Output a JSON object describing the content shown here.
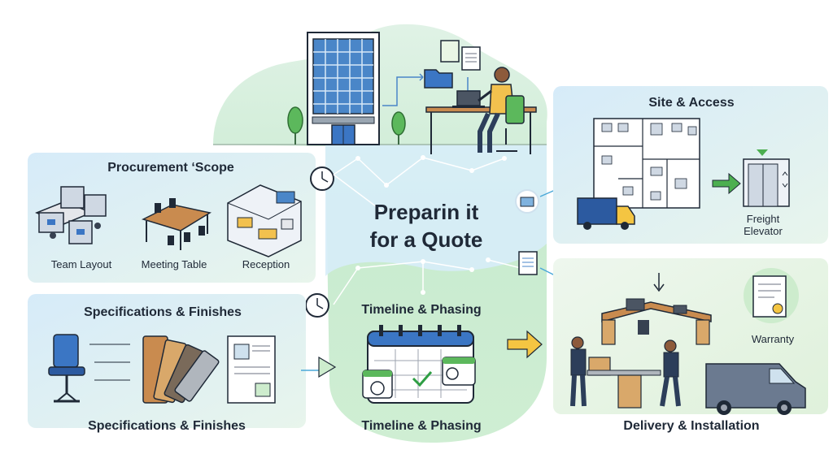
{
  "center": {
    "line1": "Preparin it",
    "line2": "for a Quote"
  },
  "procurement": {
    "title": "Procurement ‘Scope",
    "items": [
      "Team Layout",
      "Meeting Table",
      "Reception"
    ]
  },
  "specifications": {
    "title_top": "Specifications & Finishes",
    "title_bottom": "Specifications & Finishes"
  },
  "timeline": {
    "title_top": "Timeline & Phasing",
    "title_bottom": "Timeline & Phasing"
  },
  "site_access": {
    "title": "Site & Access",
    "freight_line1": "Freight",
    "freight_line2": "Elevator"
  },
  "delivery": {
    "title": "Delivery & Installation",
    "warranty": "Warranty"
  },
  "colors": {
    "panel_blue": "#e3eefb",
    "panel_green": "#e7f5e3",
    "hub_green": "#cdeccd",
    "accent_blue": "#3b76c4",
    "arrow_yellow": "#f4c542",
    "arrow_green": "#4caf50",
    "van_gray": "#6b7a90"
  }
}
